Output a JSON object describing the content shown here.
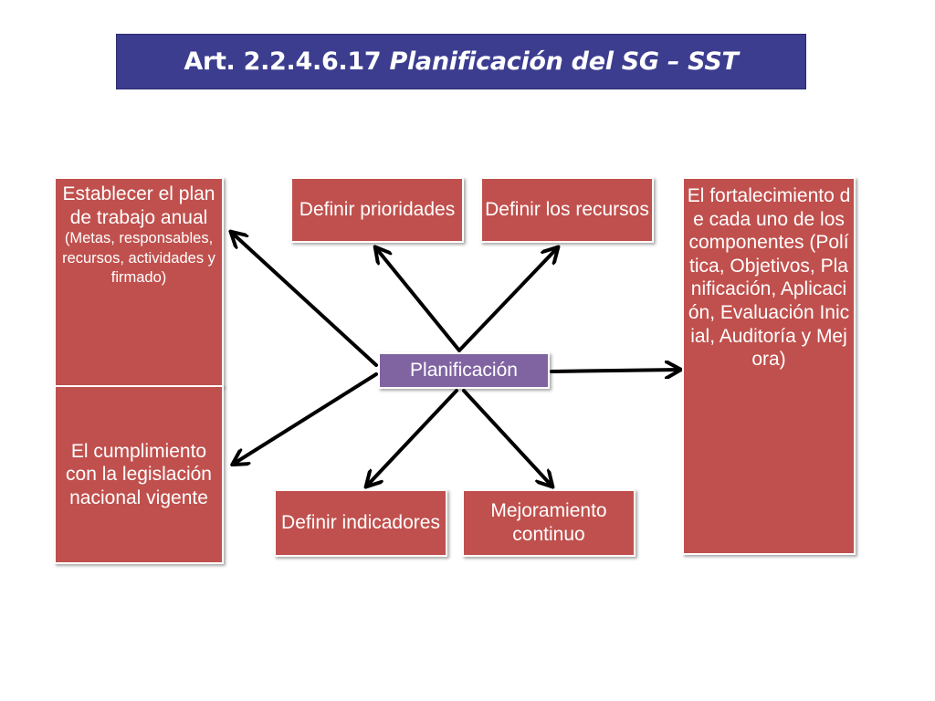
{
  "title": {
    "prefix": "Art. 2.2.4.6.17",
    "emphasis": "Planificación del SG – SST"
  },
  "hub": {
    "label": "Planificación",
    "color": "#8064a2"
  },
  "box_color": "#c0504d",
  "title_color": "#3c3d8f",
  "nodes": {
    "plan_anual": {
      "main": "Establecer el plan de trabajo anual",
      "detail": "(Metas, responsables, recursos, actividades y firmado)"
    },
    "prioridades": {
      "main": "Definir prioridades"
    },
    "recursos": {
      "main": "Definir los recursos"
    },
    "fortalecimiento": {
      "main": "El fortalecimiento de cada uno de los componentes (Política, Objetivos, Planificación, Aplicación, Evaluación Inicial, Auditoría y Mejora)"
    },
    "cumplimiento": {
      "main": "El cumplimiento con la legislación nacional vigente"
    },
    "indicadores": {
      "main": "Definir indicadores"
    },
    "mejoramiento": {
      "main": "Mejoramiento continuo"
    }
  }
}
